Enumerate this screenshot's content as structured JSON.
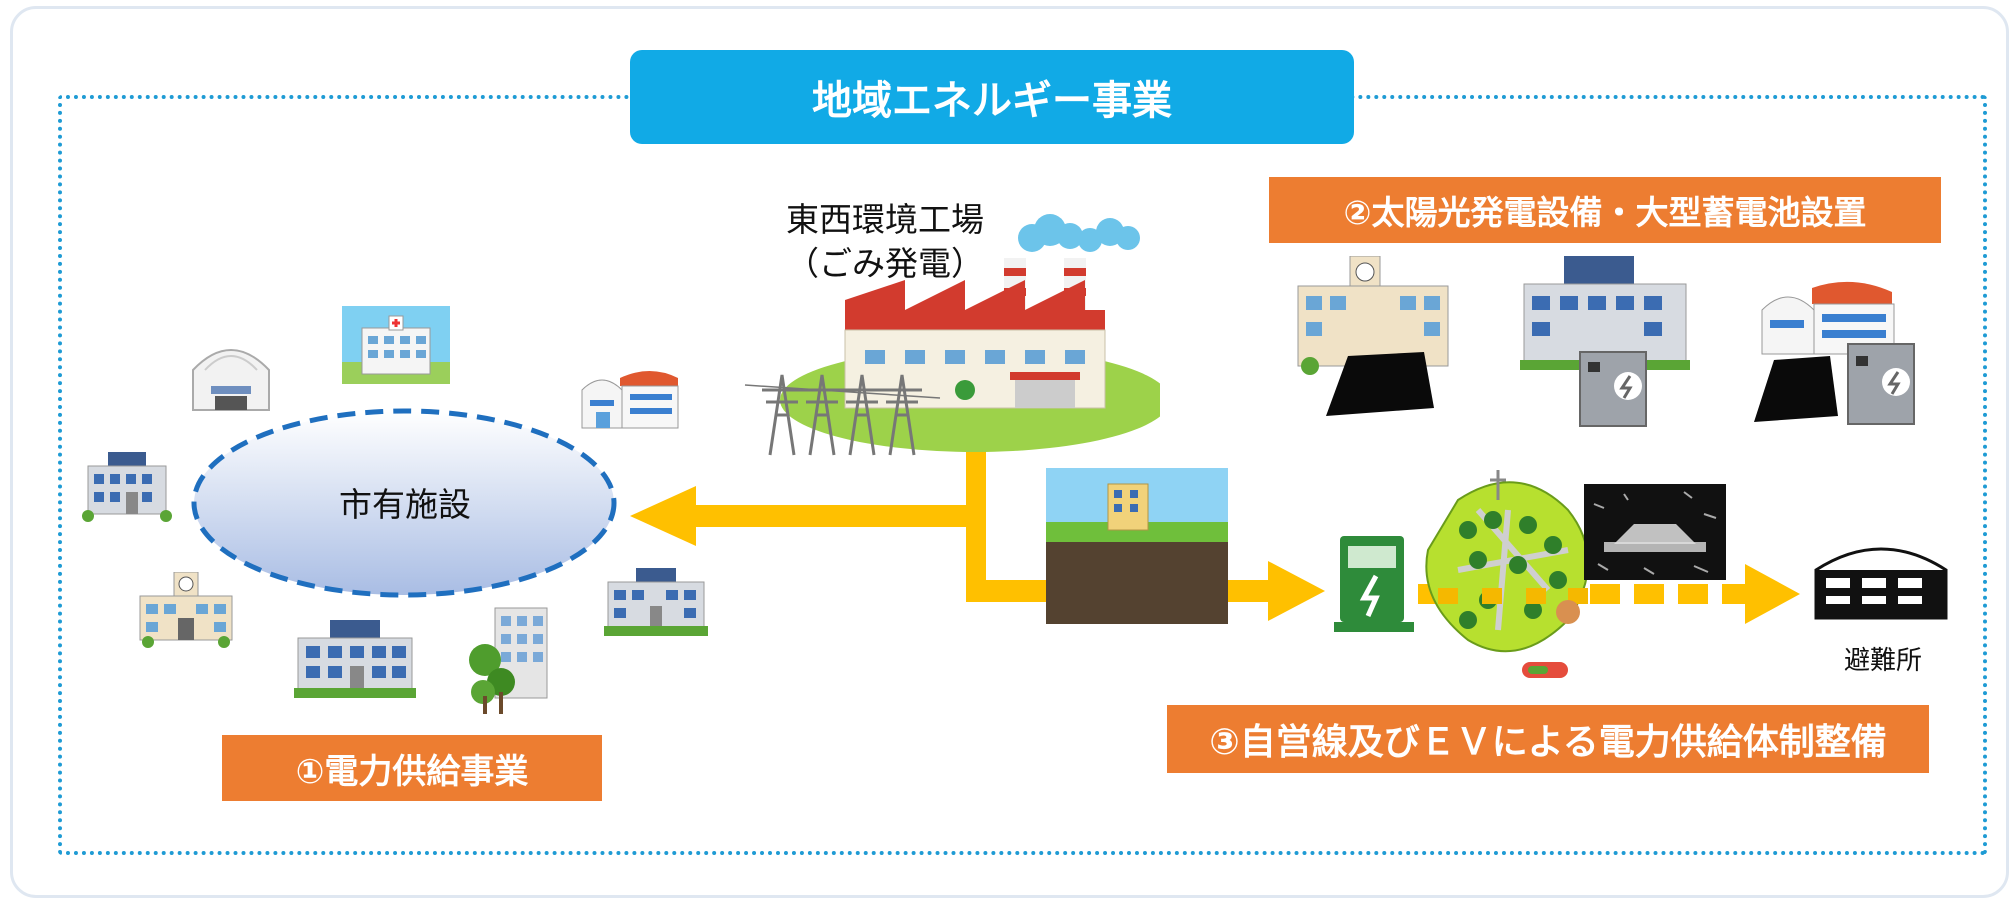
{
  "title": "地域エネルギー事業",
  "factory": {
    "line1": "東西環境工場",
    "line2": "（ごみ発電）"
  },
  "city_facilities": "市有施設",
  "section1": "①電力供給事業",
  "section2": "②太陽光発電設備・大型蓄電池設置",
  "section3": "③自営線及びＥＶによる電力供給体制整備",
  "shelter": "避難所",
  "colors": {
    "accent_blue": "#11aae6",
    "orange": "#ed7d31",
    "arrow": "#ffc000",
    "dotted": "#1f9bd4"
  }
}
